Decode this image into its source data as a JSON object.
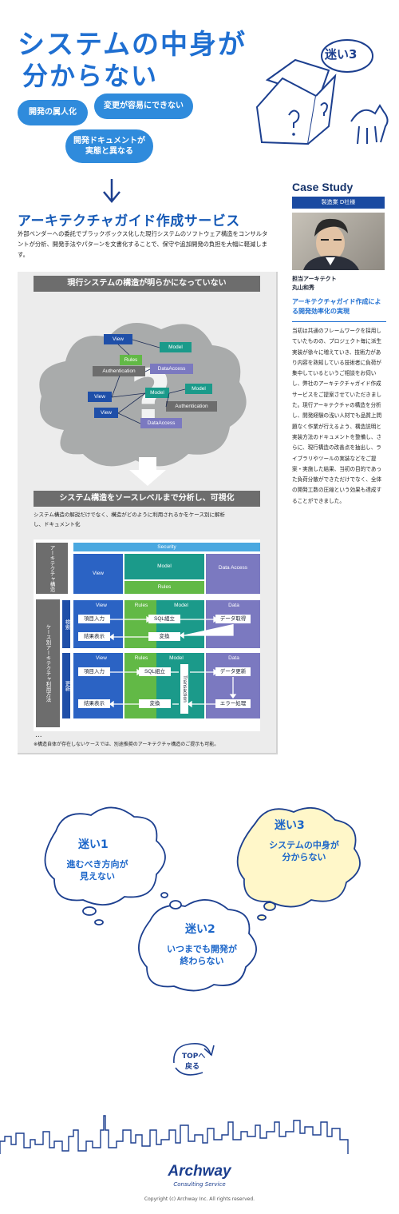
{
  "header": {
    "title_line1": "システムの中身が",
    "title_line2": "分からない",
    "badge": "迷い3"
  },
  "symptoms": [
    "開発の属人化",
    "変更が容易にできない",
    "開発ドキュメントが\n実態と異なる"
  ],
  "service": {
    "title": "アーキテクチャガイド作成サービス",
    "intro": "外部ベンダーへの委託でブラックボックス化した現行システムのソフトウェア構造をコンサルタントが分析、開発手法やパターンを文書化することで、保守や追加開発の負担を大幅に軽減します。"
  },
  "panel": {
    "bar1": "現行システムの構造が明らかになっていない",
    "bar2": "システム構造をソースレベルまで分析し、可視化",
    "desc": "システム構造の解説だけでなく、構造がどのように利用されるかをケース別に解析し、ドキュメント化",
    "note": "※構造自体が存在しないケースでは、別途推奨のアーキテクチャ構造のご提示も可能。",
    "cloud_boxes": [
      "View",
      "Model",
      "Rules",
      "Authentication",
      "DataAccess",
      "Model",
      "View",
      "Model",
      "Authentication",
      "View",
      "DataAccess"
    ],
    "arch": {
      "side1": "アーキテクチャ構造",
      "side2": "ケース別アーキテクチャ利用方法",
      "security": "Security",
      "view": "View",
      "model": "Model",
      "rules": "Rules",
      "data_access": "Data Access",
      "row_search": "検索",
      "row_update": "更新",
      "h_view": "View",
      "h_rules": "Rules",
      "h_model": "Model",
      "h_data": "Data",
      "s_input": "項目入力",
      "s_sql": "SQL組立",
      "s_fetch": "データ取得",
      "s_result": "結果表示",
      "s_convert": "変換",
      "u_input": "項目入力",
      "u_sql": "SQL組立",
      "u_update": "データ更新",
      "u_result": "結果表示",
      "u_convert": "変換",
      "u_error": "エラー処理",
      "transaction": "Transaction",
      "more": "..."
    }
  },
  "case": {
    "heading": "Case Study",
    "tag": "製造業 D社様",
    "role": "担当アーキテクト",
    "name": "丸山和秀",
    "headline": "アーキテクチャガイド作成による開発効率化の実現",
    "body": "当初は共通のフレームワークを採用していたものの、プロジェクト毎に派生実装が徐々に増えていき、技術力があり内容を熟知している技術者に負荷が集中しているというご相談をお伺いし、弊社のアーキテクチャガイド作成サービスをご提案させていただきました。現行アーキテクチャの構造を分析し、開発経験の浅い人材でも品質上問題なく作業が行えるよう、構造説明と実装方法のドキュメントを整備し、さらに、現行構造の改善点を抽出し、ライブラリやツールの実装などをご提案・実施した結果、当初の目的であった負荷分散ができただけでなく、全体の開発工数の圧縮という効果も達成することができました。"
  },
  "clouds": [
    {
      "label": "迷い1",
      "text": "進むべき方向が\n見えない"
    },
    {
      "label": "迷い2",
      "text": "いつまでも開発が\n終わらない"
    },
    {
      "label": "迷い3",
      "text": "システムの中身が\n分からない"
    }
  ],
  "top_link": {
    "line1": "TOPへ",
    "line2": "戻る"
  },
  "footer": {
    "logo": "Archway",
    "logo_sub": "Consulting Service",
    "copyright": "Copyright (c) Archway Inc. All rights reserved."
  },
  "colors": {
    "blue": "#2f8bdc",
    "navy": "#1a4aa1",
    "teal": "#1b9a8a",
    "green": "#62b946",
    "purple": "#7b79c0",
    "sky": "#4aa8e0"
  }
}
